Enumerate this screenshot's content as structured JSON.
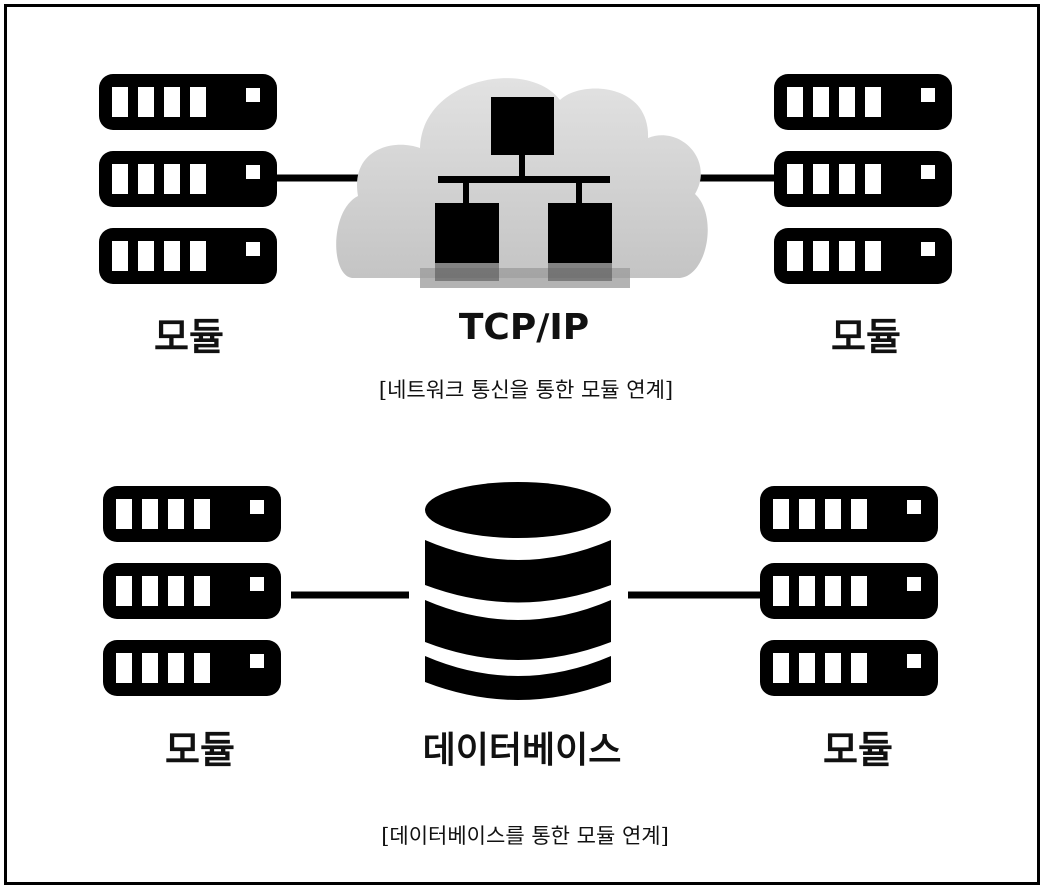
{
  "section_network": {
    "left_module_label": "모듈",
    "center_label": "TCP/IP",
    "right_module_label": "모듈",
    "caption": "[네트워크 통신을 통한 모듈 연계]"
  },
  "section_database": {
    "left_module_label": "모듈",
    "center_label": "데이터베이스",
    "right_module_label": "모듈",
    "caption": "[데이터베이스를 통한 모듈 연계]"
  },
  "icons": [
    "server-rack-icon",
    "cloud-icon",
    "network-topology-icon",
    "database-icon"
  ],
  "colors": {
    "ink": "#000000",
    "cloud": "#cfcfcf",
    "background": "#ffffff"
  }
}
